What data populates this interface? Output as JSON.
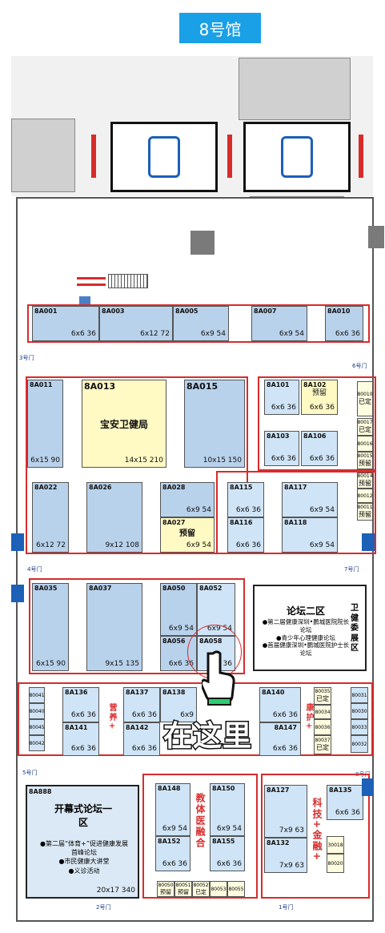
{
  "hall_title": "8号馆",
  "icons": {
    "pointer_hand": "hand-pointer-icon",
    "elevator_male": "elevator-male-icon",
    "elevator_female": "elevator-female-icon",
    "arrow_down": "arrow-down-icon",
    "stairs": "stairs-icon"
  },
  "colors": {
    "zone_border": "#d82b2b",
    "booth_blue": "#b9d2ec",
    "booth_yellow": "#fff9c4",
    "accent": "#1aa0e6"
  },
  "doors": {
    "d3": "3号门",
    "d6": "6号门",
    "d4": "4号门",
    "d7": "7号门",
    "d5": "5号门",
    "d8": "8号门",
    "d2": "2号门",
    "d1": "1号门"
  },
  "row1": [
    {
      "id": "8A001",
      "size_a": "6x6",
      "size_b": "36"
    },
    {
      "id": "8A003",
      "size_a": "6x12",
      "size_b": "72"
    },
    {
      "id": "8A005",
      "size_a": "6x9",
      "size_b": "54"
    },
    {
      "id": "8A007",
      "size_a": "6x9",
      "size_b": "54"
    },
    {
      "id": "8A010",
      "size_a": "6x6",
      "size_b": "36"
    }
  ],
  "block2": {
    "b8A011": {
      "id": "8A011",
      "size": "6x15  90"
    },
    "b8A013": {
      "id": "8A013",
      "name": "宝安卫健局",
      "size": "14x15  210"
    },
    "b8A015": {
      "id": "8A015",
      "size": "10x15  150"
    },
    "b8A022": {
      "id": "8A022",
      "size": "6x12  72"
    },
    "b8A026": {
      "id": "8A026",
      "size": "9x12  108"
    },
    "b8A028": {
      "id": "8A028",
      "size": "6x9  54"
    },
    "b8A027": {
      "id": "8A027",
      "name": "预留",
      "size": "6x9  54"
    }
  },
  "block3": {
    "b8A101": {
      "id": "8A101",
      "size": "6x6  36"
    },
    "b8A102": {
      "id": "8A102",
      "name": "预留",
      "size": "6x6  36"
    },
    "b8A103": {
      "id": "8A103",
      "size": "6x6  36"
    },
    "b8A106": {
      "id": "8A106",
      "size": "6x6  36"
    },
    "b8A115": {
      "id": "8A115",
      "size": "6x6  36"
    },
    "b8A117": {
      "id": "8A117",
      "size": "6x9  54"
    },
    "b8A116": {
      "id": "8A116",
      "size": "6x6  36"
    },
    "b8A118": {
      "id": "8A118",
      "size": "6x9  54"
    },
    "side": [
      {
        "id": "80010",
        "status": "已定"
      },
      {
        "id": "80017",
        "status": "已定"
      },
      {
        "id": "80016",
        "status": ""
      },
      {
        "id": "80015",
        "status": "预留"
      },
      {
        "id": "80014",
        "status": "预留"
      },
      {
        "id": "80012",
        "status": ""
      },
      {
        "id": "80011",
        "status": "预留"
      }
    ]
  },
  "block4": {
    "b8A035": {
      "id": "8A035",
      "size": "6x15  90"
    },
    "b8A037": {
      "id": "8A037",
      "size": "9x15  135"
    },
    "b8A050": {
      "id": "8A050",
      "size": "6x9  54"
    },
    "b8A052": {
      "id": "8A052",
      "size": "6x9  54"
    },
    "b8A056": {
      "id": "8A056",
      "size": "6x6  36"
    },
    "b8A058": {
      "id": "8A058",
      "size": "6x6  36"
    }
  },
  "forum2": {
    "title": "论坛二区",
    "items": [
      "●第二届健康深圳•鹏城医院院长论坛",
      "●青少年心理健康论坛",
      "●首届健康深圳•鹏城医院护士长论坛"
    ],
    "side_label": "卫健委展区"
  },
  "block5": {
    "left_small": [
      "80041",
      "80040",
      "80045",
      "80042"
    ],
    "b8A136": {
      "id": "8A136",
      "size": "6x6  36"
    },
    "b8A141": {
      "id": "8A141",
      "size": "6x6  36"
    },
    "zone_a": "营养+",
    "b8A137": {
      "id": "8A137",
      "size": "6x6  36"
    },
    "b8A142": {
      "id": "8A142",
      "size": "6x6  36"
    },
    "b8A138": {
      "id": "8A138",
      "size": "6x9"
    },
    "b8A140": {
      "id": "8A140",
      "size": "6x6  36"
    },
    "b8A147": {
      "id": "8A147",
      "size": "6x6  36"
    },
    "zone_b": "康护+",
    "mid_small": [
      {
        "id": "80035",
        "status": "已定"
      },
      {
        "id": "80034",
        "status": ""
      },
      {
        "id": "80036",
        "status": ""
      },
      {
        "id": "80037",
        "status": "已定"
      }
    ],
    "right_small": [
      "80031",
      "80030",
      "80033",
      "80032"
    ]
  },
  "here_label": "在这里",
  "forum1": {
    "id": "8A888",
    "title": "开幕式论坛一区",
    "items": [
      "●第二届“体育+”促进健康发展首峰论坛",
      "●市民健康大讲堂",
      "●义诊活动"
    ],
    "size": "20x17  340"
  },
  "block6": {
    "zone_label": "教体医融合",
    "b8A148": {
      "id": "8A148",
      "size": "6x9  54"
    },
    "b8A150": {
      "id": "8A150",
      "size": "6x9  54"
    },
    "b8A152": {
      "id": "8A152",
      "size": "6x6  36"
    },
    "b8A155": {
      "id": "8A155",
      "size": "6x6  36"
    },
    "small": [
      {
        "id": "80050",
        "status": "预留"
      },
      {
        "id": "80051",
        "status": "预留"
      },
      {
        "id": "80052",
        "status": "已定"
      },
      {
        "id": "80053",
        "status": ""
      },
      {
        "id": "80055",
        "status": ""
      }
    ]
  },
  "block7": {
    "zone_label": "科技+金融+",
    "b8A127": {
      "id": "8A127",
      "size": "7x9  63"
    },
    "b8A132": {
      "id": "8A132",
      "size": "7x9  63"
    },
    "b8A135": {
      "id": "8A135",
      "size": "6x6  36"
    },
    "small": [
      "30018",
      "80020"
    ]
  }
}
